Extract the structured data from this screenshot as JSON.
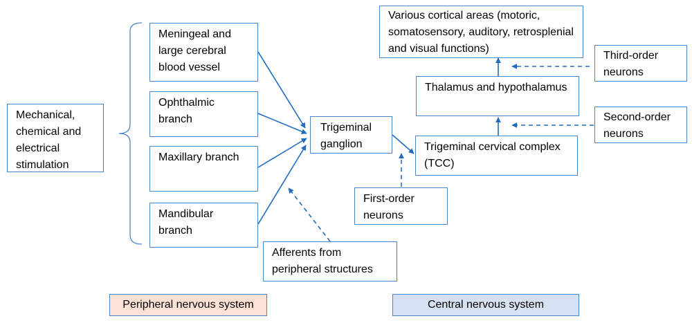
{
  "colors": {
    "box_border": "#4a86c5",
    "arrow": "#1f6bbf",
    "peripheral_fill": "#fbe2d4",
    "central_fill": "#d6e1f2"
  },
  "nodes": {
    "stimulation": "Mechanical, chemical and electrical stimulation",
    "meningeal": "Meningeal and large cerebral blood vessel",
    "ophthalmic": "Ophthalmic branch",
    "maxillary": "Maxillary branch",
    "mandibular": "Mandibular branch",
    "ganglion": "Trigeminal ganglion",
    "afferents": "Afferents from peripheral structures",
    "first_order": "First-order neurons",
    "tcc": "Trigeminal cervical complex (TCC)",
    "thalamus": "Thalamus and hypothalamus",
    "cortical": "Various cortical areas (motoric, somatosensory, auditory, retrosplenial and visual functions)",
    "third_order": "Third-order neurons",
    "second_order": "Second-order neurons"
  },
  "legend": {
    "peripheral": "Peripheral nervous system",
    "central": "Central nervous system"
  },
  "edges": [
    {
      "from": "meningeal",
      "to": "ganglion",
      "style": "solid"
    },
    {
      "from": "ophthalmic",
      "to": "ganglion",
      "style": "solid"
    },
    {
      "from": "maxillary",
      "to": "ganglion",
      "style": "solid"
    },
    {
      "from": "mandibular",
      "to": "ganglion",
      "style": "solid"
    },
    {
      "from": "afferents",
      "to": "ganglion",
      "style": "dashed"
    },
    {
      "from": "ganglion",
      "to": "tcc",
      "style": "solid"
    },
    {
      "from": "first_order",
      "to": "tcc",
      "style": "dashed"
    },
    {
      "from": "tcc",
      "to": "thalamus",
      "style": "solid"
    },
    {
      "from": "second_order",
      "to": "thalamus",
      "style": "dashed"
    },
    {
      "from": "thalamus",
      "to": "cortical",
      "style": "solid"
    },
    {
      "from": "third_order",
      "to": "cortical",
      "style": "dashed"
    }
  ]
}
